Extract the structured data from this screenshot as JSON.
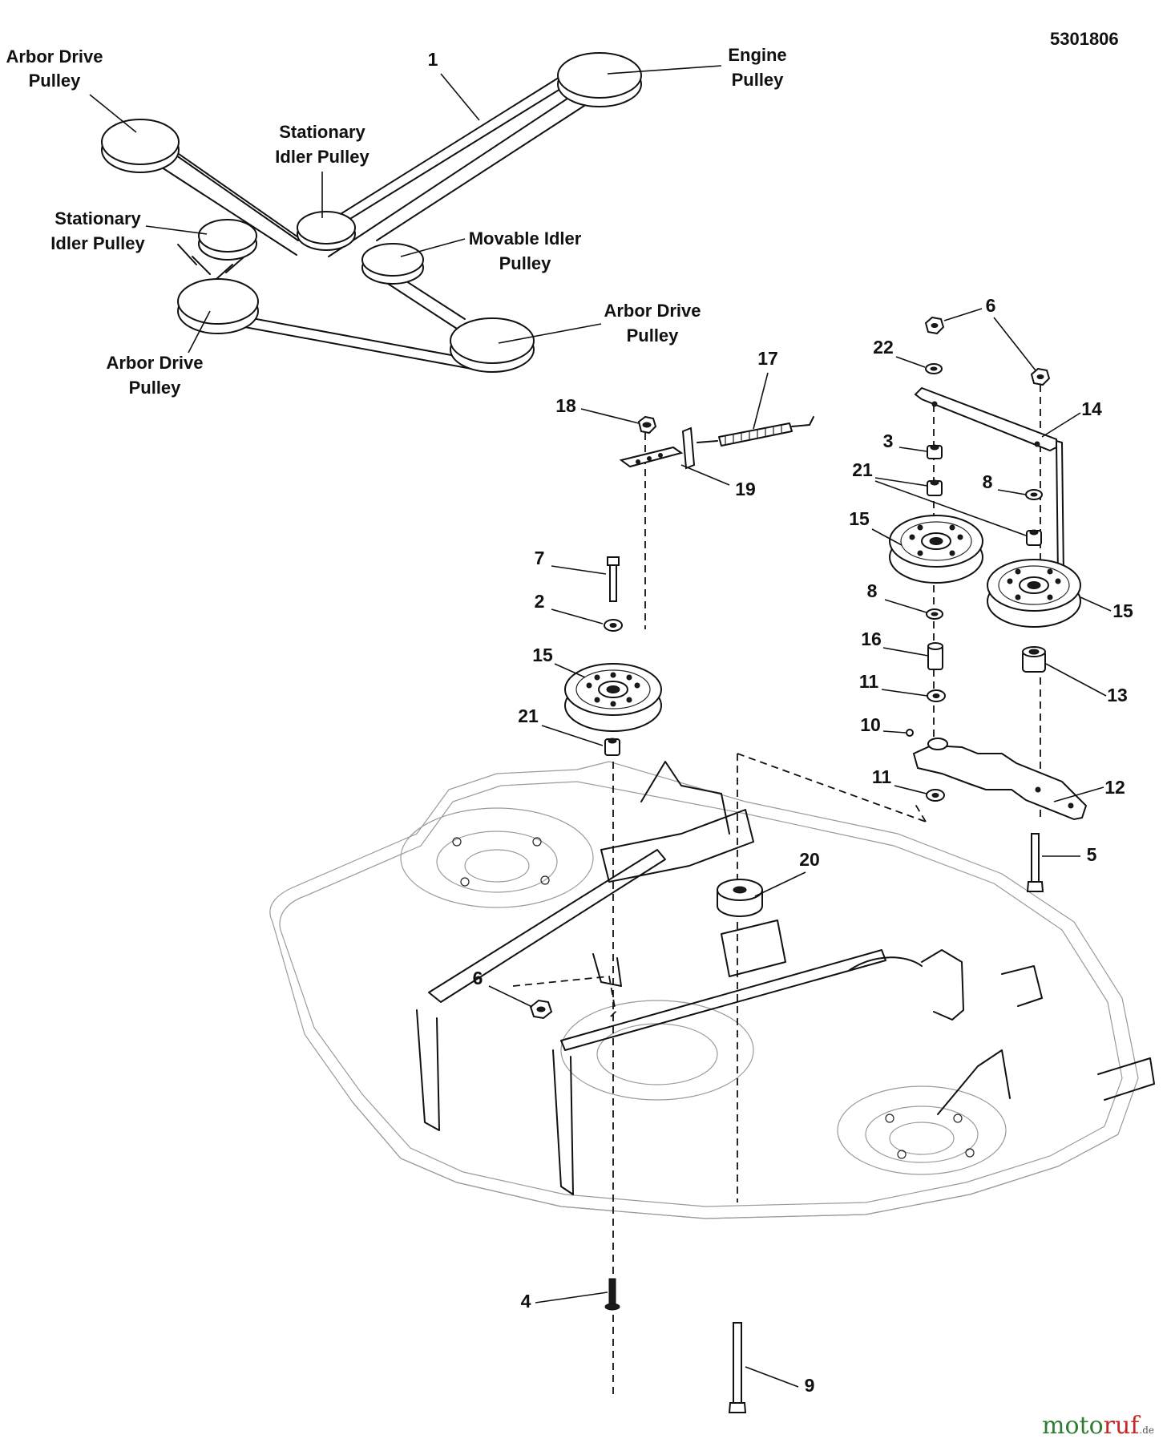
{
  "figure_id": "5301806",
  "belt_labels": {
    "arbor_drive_top_left": [
      "Arbor Drive",
      "Pulley"
    ],
    "stationary_idler_center": [
      "Stationary",
      "Idler Pulley"
    ],
    "engine": [
      "Engine",
      "Pulley"
    ],
    "stationary_idler_left": [
      "Stationary",
      "Idler Pulley"
    ],
    "movable_idler": [
      "Movable Idler",
      "Pulley"
    ],
    "arbor_drive_right": [
      "Arbor Drive",
      "Pulley"
    ],
    "arbor_drive_bottom_left": [
      "Arbor Drive",
      "Pulley"
    ]
  },
  "callouts": {
    "c1": "1",
    "c17": "17",
    "c18": "18",
    "c19": "19",
    "c7": "7",
    "c2": "2",
    "c15_left": "15",
    "c21_left": "21",
    "c20": "20",
    "c6_deck": "6",
    "c4": "4",
    "c9": "9",
    "c6_top": "6",
    "c22": "22",
    "c14": "14",
    "c3": "3",
    "c21_right": "21",
    "c8_top": "8",
    "c15_mid": "15",
    "c15_right": "15",
    "c8_low": "8",
    "c16": "16",
    "c13": "13",
    "c11_top": "11",
    "c10": "10",
    "c12": "12",
    "c11_low": "11",
    "c5": "5"
  },
  "watermark": {
    "part_a": "moto",
    "part_b": "ruf",
    "part_c": ".de"
  }
}
